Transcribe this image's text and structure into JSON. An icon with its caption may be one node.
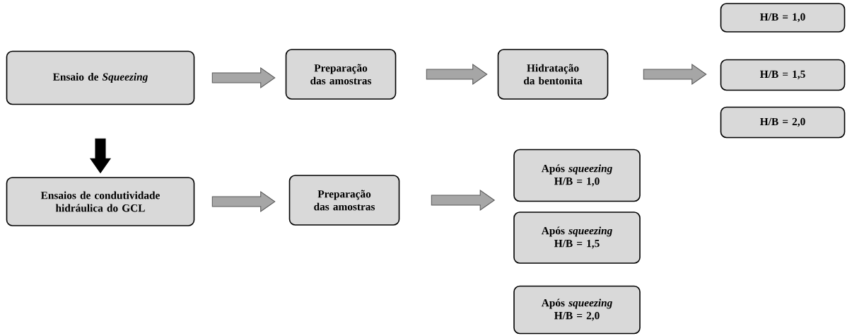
{
  "diagram": {
    "nodes": [
      {
        "text": [
          "Ensaio de *Squeezing*"
        ]
      },
      {
        "text": [
          "Preparação das amostras"
        ]
      },
      {
        "text": [
          "Hidratação da bentonita"
        ]
      },
      {
        "text": [
          "H/B = 1,0"
        ]
      },
      {
        "text": [
          "H/B = 1,5"
        ]
      },
      {
        "text": [
          "H/B = 2,0"
        ]
      },
      {
        "text": [
          "Ensaios de condutividade hidráulica do GCL"
        ]
      },
      {
        "text": [
          "Preparação das amostras"
        ]
      },
      {
        "text": [
          "Após *squeezing* H/B = 1,0"
        ]
      },
      {
        "text": [
          "Após *squeezing* H/B = 1,5"
        ]
      },
      {
        "text": [
          "Após *squeezing* H/B = 2,0"
        ]
      }
    ],
    "edges": [
      {
        "from": 0,
        "to": 1,
        "arrow": "to"
      },
      {
        "from": 1,
        "to": 2,
        "arrow": "to"
      },
      {
        "from": 2,
        "to": 4,
        "arrow": "to"
      },
      {
        "from": 0,
        "to": 6,
        "arrow": "to",
        "color": "#000000"
      },
      {
        "from": 6,
        "to": 7,
        "arrow": "to"
      },
      {
        "from": 7,
        "to": 9,
        "arrow": "to"
      }
    ]
  }
}
